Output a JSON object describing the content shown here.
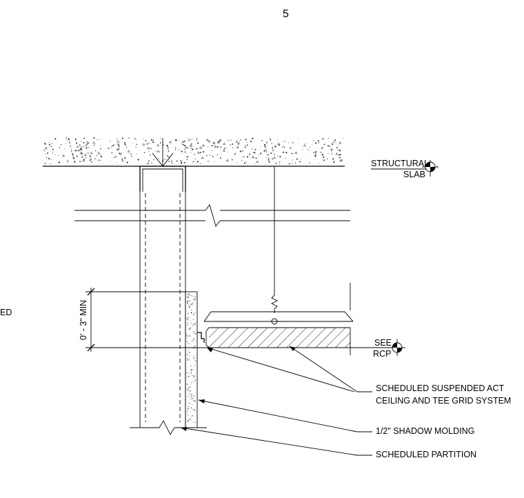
{
  "page_number": "5",
  "side_fragment": "ED",
  "datums": {
    "structural": [
      "STRUCTURAL",
      "SLAB"
    ],
    "see_rcp": [
      "SEE",
      "RCP"
    ]
  },
  "dimension_label": "0' - 3\" MIN",
  "notes": {
    "ceiling": [
      "SCHEDULED SUSPENDED ACT",
      "CEILING AND TEE GRID SYSTEM"
    ],
    "molding": "1/2\" SHADOW MOLDING",
    "partition": "SCHEDULED PARTITION"
  }
}
